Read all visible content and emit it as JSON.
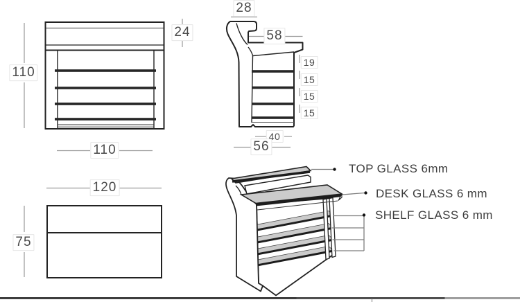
{
  "views": {
    "front": {
      "height_dim": "110",
      "top_section_dim": "24",
      "width_dim": "110"
    },
    "side": {
      "top_depth_dim": "28",
      "desk_depth_dim": "58",
      "shelf_gaps": [
        "19",
        "15",
        "15",
        "15"
      ],
      "shelf_depth_dim": "40",
      "base_depth_dim": "56"
    },
    "plan": {
      "width_dim": "120",
      "depth_dim": "75"
    },
    "iso": {
      "callouts": [
        "TOP GLASS 6mm",
        "DESK GLASS 6 mm",
        "SHELF GLASS 6 mm"
      ]
    }
  },
  "colors": {
    "outline": "#222222",
    "edge_dark": "#1d1d1d",
    "glass_fill": "#cbcbcb",
    "dim_line": "#999999",
    "dim_text": "#4a4a4a",
    "callout_text": "#3d3d3d"
  }
}
